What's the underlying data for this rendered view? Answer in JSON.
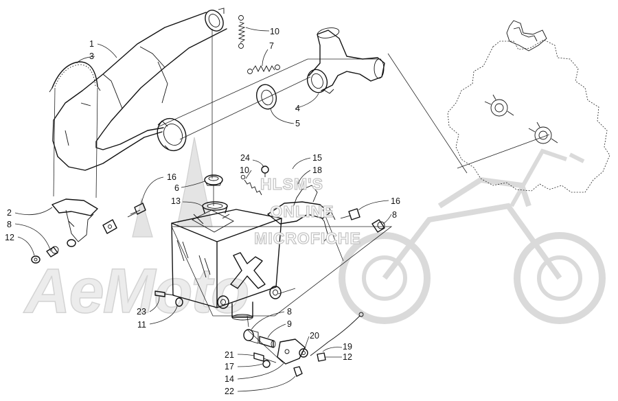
{
  "watermark": {
    "brand": "AeMoto",
    "site_lines": [
      "HLSM'S",
      "ONLINE",
      "MICROFICHE"
    ]
  },
  "callouts": [
    {
      "id": "c1",
      "number": "1"
    },
    {
      "id": "c3",
      "number": "3"
    },
    {
      "id": "c10a",
      "number": "10"
    },
    {
      "id": "c7",
      "number": "7"
    },
    {
      "id": "c4",
      "number": "4"
    },
    {
      "id": "c5",
      "number": "5"
    },
    {
      "id": "c24",
      "number": "24"
    },
    {
      "id": "c15",
      "number": "15"
    },
    {
      "id": "c10b",
      "number": "10"
    },
    {
      "id": "c18",
      "number": "18"
    },
    {
      "id": "c16a",
      "number": "16"
    },
    {
      "id": "c6",
      "number": "6"
    },
    {
      "id": "c13",
      "number": "13"
    },
    {
      "id": "c16b",
      "number": "16"
    },
    {
      "id": "c8a",
      "number": "8"
    },
    {
      "id": "c2",
      "number": "2"
    },
    {
      "id": "c8b",
      "number": "8"
    },
    {
      "id": "c12a",
      "number": "12"
    },
    {
      "id": "c23",
      "number": "23"
    },
    {
      "id": "c11",
      "number": "11"
    },
    {
      "id": "c8c",
      "number": "8"
    },
    {
      "id": "c9",
      "number": "9"
    },
    {
      "id": "c20",
      "number": "20"
    },
    {
      "id": "c19",
      "number": "19"
    },
    {
      "id": "c21",
      "number": "21"
    },
    {
      "id": "c12b",
      "number": "12"
    },
    {
      "id": "c17",
      "number": "17"
    },
    {
      "id": "c14",
      "number": "14"
    },
    {
      "id": "c22",
      "number": "22"
    }
  ]
}
